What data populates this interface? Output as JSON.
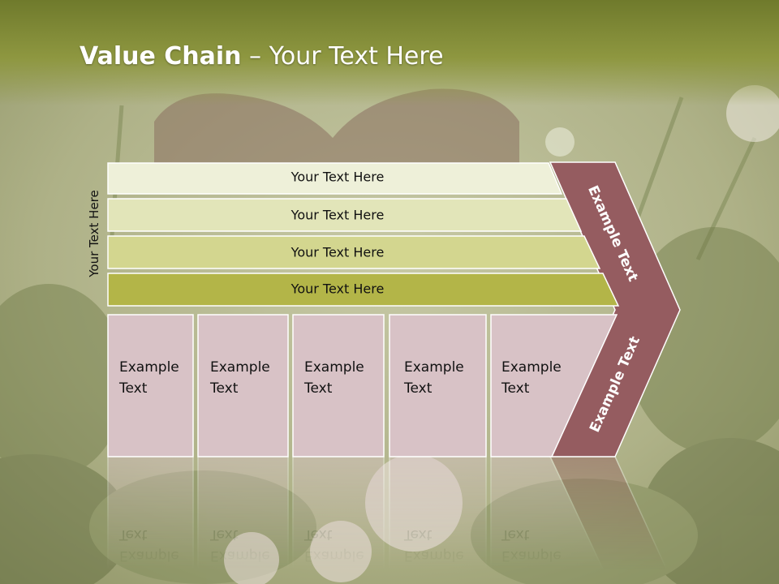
{
  "title": {
    "bold": "Value Chain",
    "rest": " – Your Text Here"
  },
  "side_label": "Your Text Here",
  "bars": [
    {
      "label": "Your Text Here"
    },
    {
      "label": "Your Text Here"
    },
    {
      "label": "Your Text Here"
    },
    {
      "label": "Your Text Here"
    }
  ],
  "boxes": [
    {
      "line1": "Example",
      "line2": "Text"
    },
    {
      "line1": "Example",
      "line2": "Text"
    },
    {
      "line1": "Example",
      "line2": "Text"
    },
    {
      "line1": "Example",
      "line2": "Text"
    },
    {
      "line1": "Example",
      "line2": "Text"
    }
  ],
  "chevron": {
    "upper_label": "Example Text",
    "lower_label": "Example Text"
  },
  "colors": {
    "title_bar": "#7a8434",
    "bar_1": "#eef0d9",
    "bar_2": "#e2e5b9",
    "bar_3": "#d3d68f",
    "bar_4": "#b3b548",
    "box_fill": "#d8c2c6",
    "chevron_fill": "#955c60",
    "outline": "#ffffff"
  }
}
